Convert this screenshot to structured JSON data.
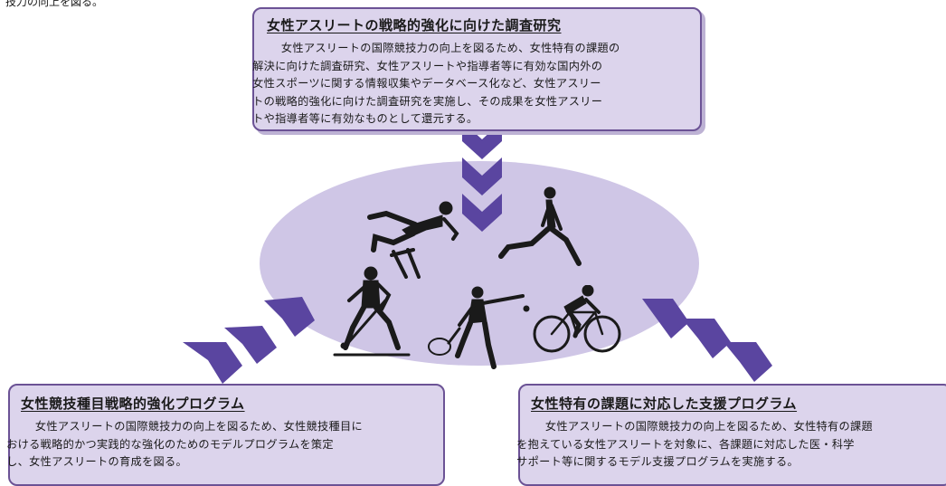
{
  "top_fragment": "技力の向上を図る。",
  "boxes": {
    "top": {
      "title": "女性アスリートの戦略的強化に向けた調査研究",
      "line1": "女性アスリートの国際競技力の向上を図るため、女性特有の課題の",
      "line2": "解決に向けた調査研究、女性アスリートや指導者等に有効な国内外の",
      "line3": "女性スポーツに関する情報収集やデータベース化など、女性アスリー",
      "line4": "トの戦略的強化に向けた調査研究を実施し、その成果を女性アスリー",
      "line5": "トや指導者等に有効なものとして還元する。"
    },
    "left": {
      "title": "女性競技種目戦略的強化プログラム",
      "line1": "女性アスリートの国際競技力の向上を図るため、女性競技種目に",
      "line2": "おける戦略的かつ実践的な強化のためのモデルプログラムを策定",
      "line3": "し、女性アスリートの育成を図る。"
    },
    "right": {
      "title": "女性特有の課題に対応した支援プログラム",
      "line1": "女性アスリートの国際競技力の向上を図るため、女性特有の課題",
      "line2": "を抱えている女性アスリートを対象に、各課題に対応した医・科学",
      "line3": "サポート等に関するモデル支援プログラムを実施する。"
    }
  },
  "colors": {
    "box_fill": "#dcd4ec",
    "box_border": "#6b5295",
    "ellipse": "#cfc6e6",
    "chevron": "#5a45a0",
    "athlete": "#1a1a1a"
  },
  "icons": [
    "hurdler",
    "lunge-runner",
    "field-hockey-player",
    "tennis-player",
    "cyclist"
  ]
}
